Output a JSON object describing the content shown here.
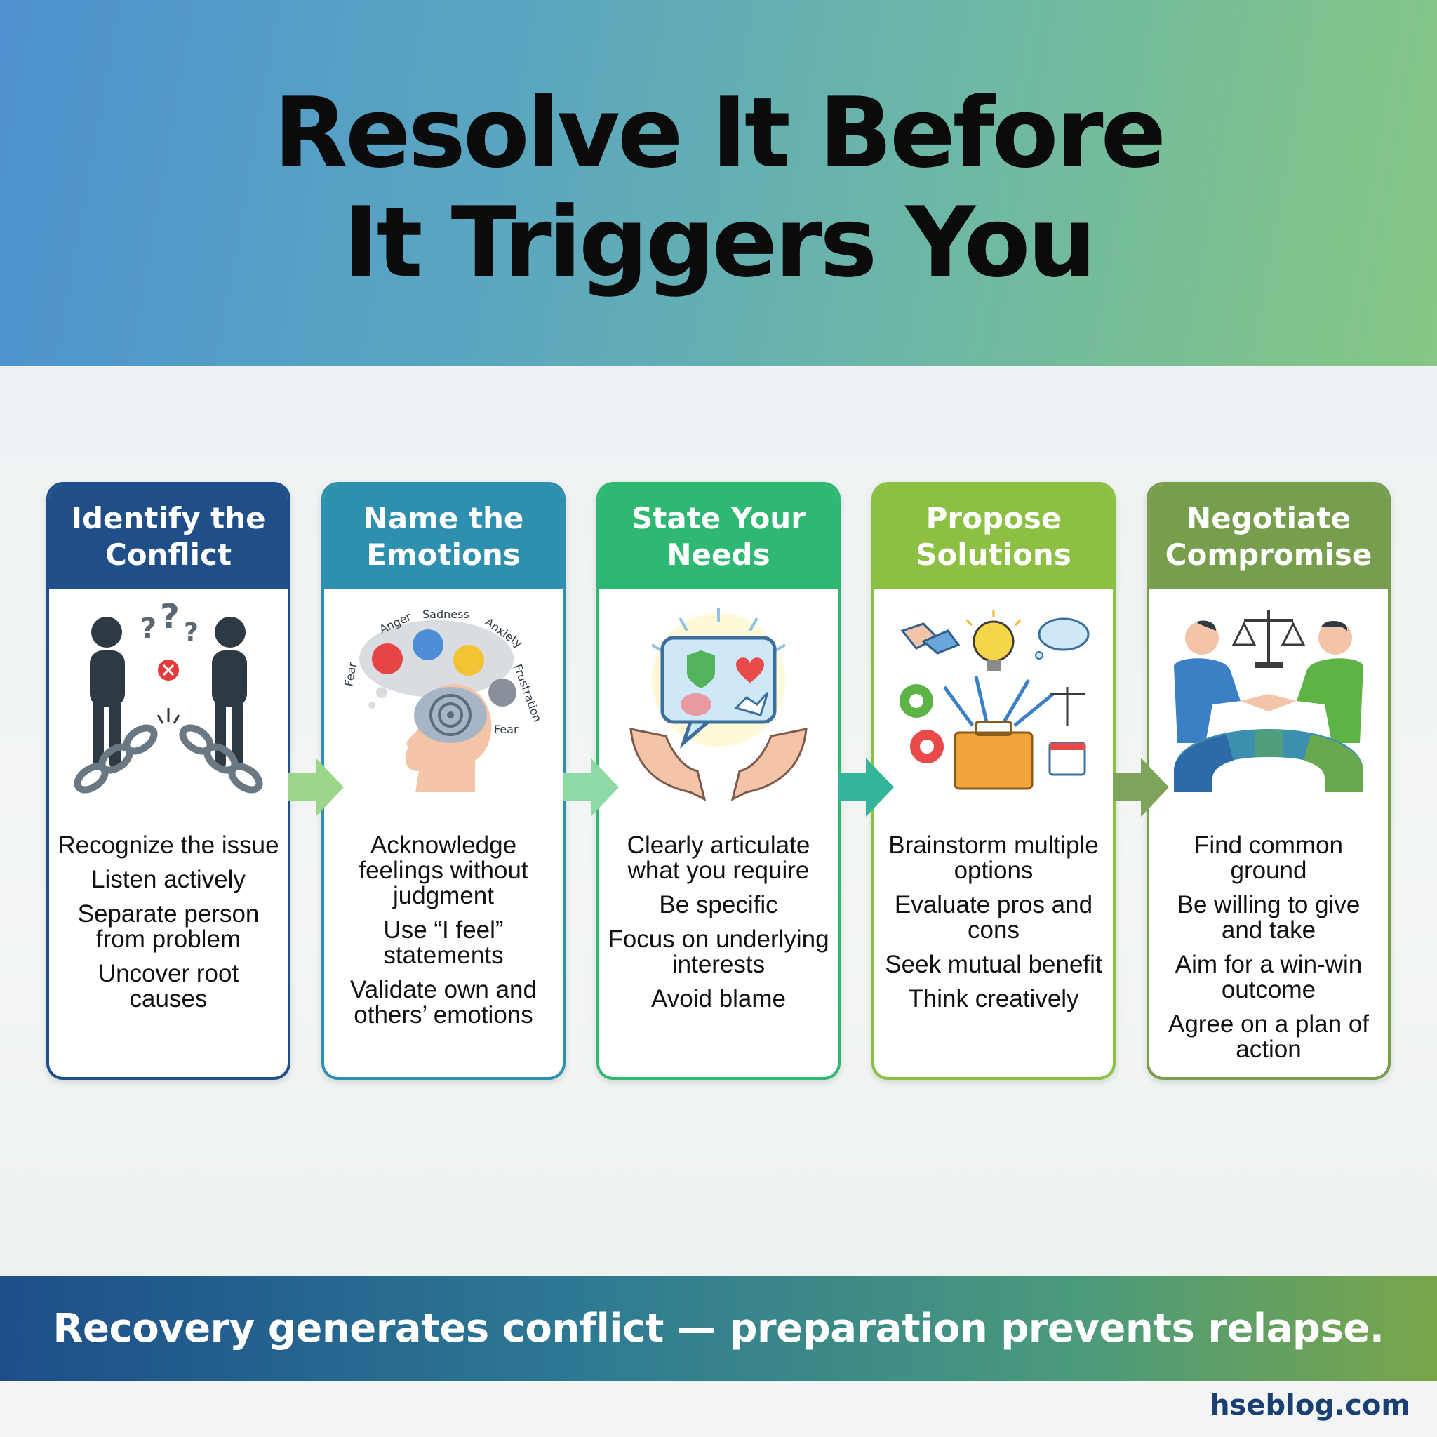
{
  "title": {
    "line1": "Resolve It Before",
    "line2": "It Triggers You"
  },
  "steps": [
    {
      "heading_line1": "Identify the",
      "heading_line2": "Conflict",
      "color": "#1f4e89",
      "illustration": "broken-chain-icon",
      "points": [
        "Recognize the issue",
        "Listen actively",
        "Separate person from problem",
        "Uncover root causes"
      ]
    },
    {
      "heading_line1": "Name the",
      "heading_line2": "Emotions",
      "color": "#2f8fae",
      "illustration": "brain-emotions-icon",
      "emotion_labels": [
        "Anger",
        "Sadness",
        "Anxiety",
        "Frustration",
        "Fear",
        "Fear"
      ],
      "points": [
        "Acknowledge feelings without judgment",
        "Use “I feel” statements",
        "Validate own and others’ emotions"
      ]
    },
    {
      "heading_line1": "State Your",
      "heading_line2": "Needs",
      "color": "#2eb872",
      "illustration": "open-hands-icon",
      "points": [
        "Clearly articulate what you require",
        "Be specific",
        "Focus on underlying interests",
        "Avoid blame"
      ]
    },
    {
      "heading_line1": "Propose",
      "heading_line2": "Solutions",
      "color": "#8cc043",
      "illustration": "toolbox-ideas-icon",
      "points": [
        "Brainstorm multiple options",
        "Evaluate pros and cons",
        "Seek mutual benefit",
        "Think creatively"
      ]
    },
    {
      "heading_line1": "Negotiate",
      "heading_line2": "Compromise",
      "color": "#769e4c",
      "illustration": "handshake-scales-icon",
      "points": [
        "Find common ground",
        "Be willing to give and take",
        "Aim for a win-win outcome",
        "Agree on a plan of action"
      ]
    }
  ],
  "arrow_colors": [
    "#9bd68b",
    "#8fd9a6",
    "#34b59a",
    "#7ea35a"
  ],
  "footer": {
    "tagline": "Recovery generates conflict — preparation prevents relapse."
  },
  "brand": "hseblog.com"
}
